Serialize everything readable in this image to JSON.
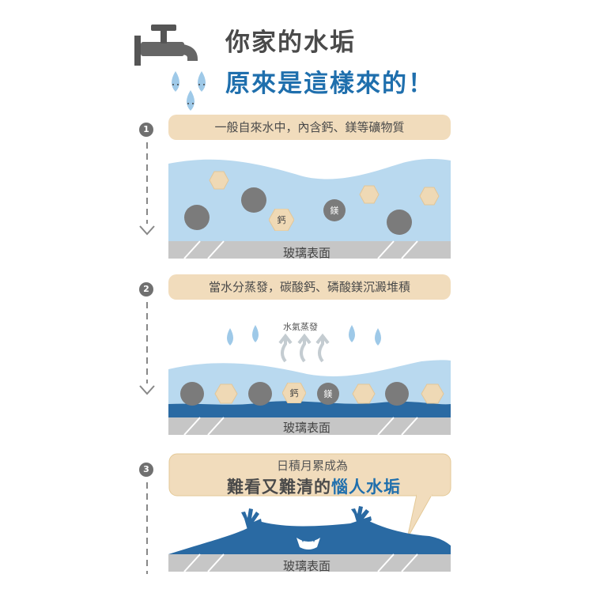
{
  "title": {
    "line1": "你家的水垢",
    "line2": "原來是這樣來的！"
  },
  "steps": [
    {
      "number": "1",
      "caption": "一般自來水中，內含鈣、鎂等礦物質"
    },
    {
      "number": "2",
      "caption": "當水分蒸發，碳酸鈣、磷酸鎂沉澱堆積"
    },
    {
      "number": "3",
      "caption_sub": "日積月累成為",
      "caption_main": "難看又難清的",
      "caption_highlight": "惱人水垢"
    }
  ],
  "labels": {
    "glass": "玻璃表面",
    "vapor": "水氣蒸發",
    "calcium": "鈣",
    "magnesium": "鎂"
  },
  "colors": {
    "water": "#b9d9ef",
    "scale": "#2a6aa3",
    "calcium": "#efd9b5",
    "magnesium": "#7b7b7b",
    "glass": "#c6c6c6",
    "caption_bg": "#f1dcbc",
    "accent": "#1f6fad"
  }
}
